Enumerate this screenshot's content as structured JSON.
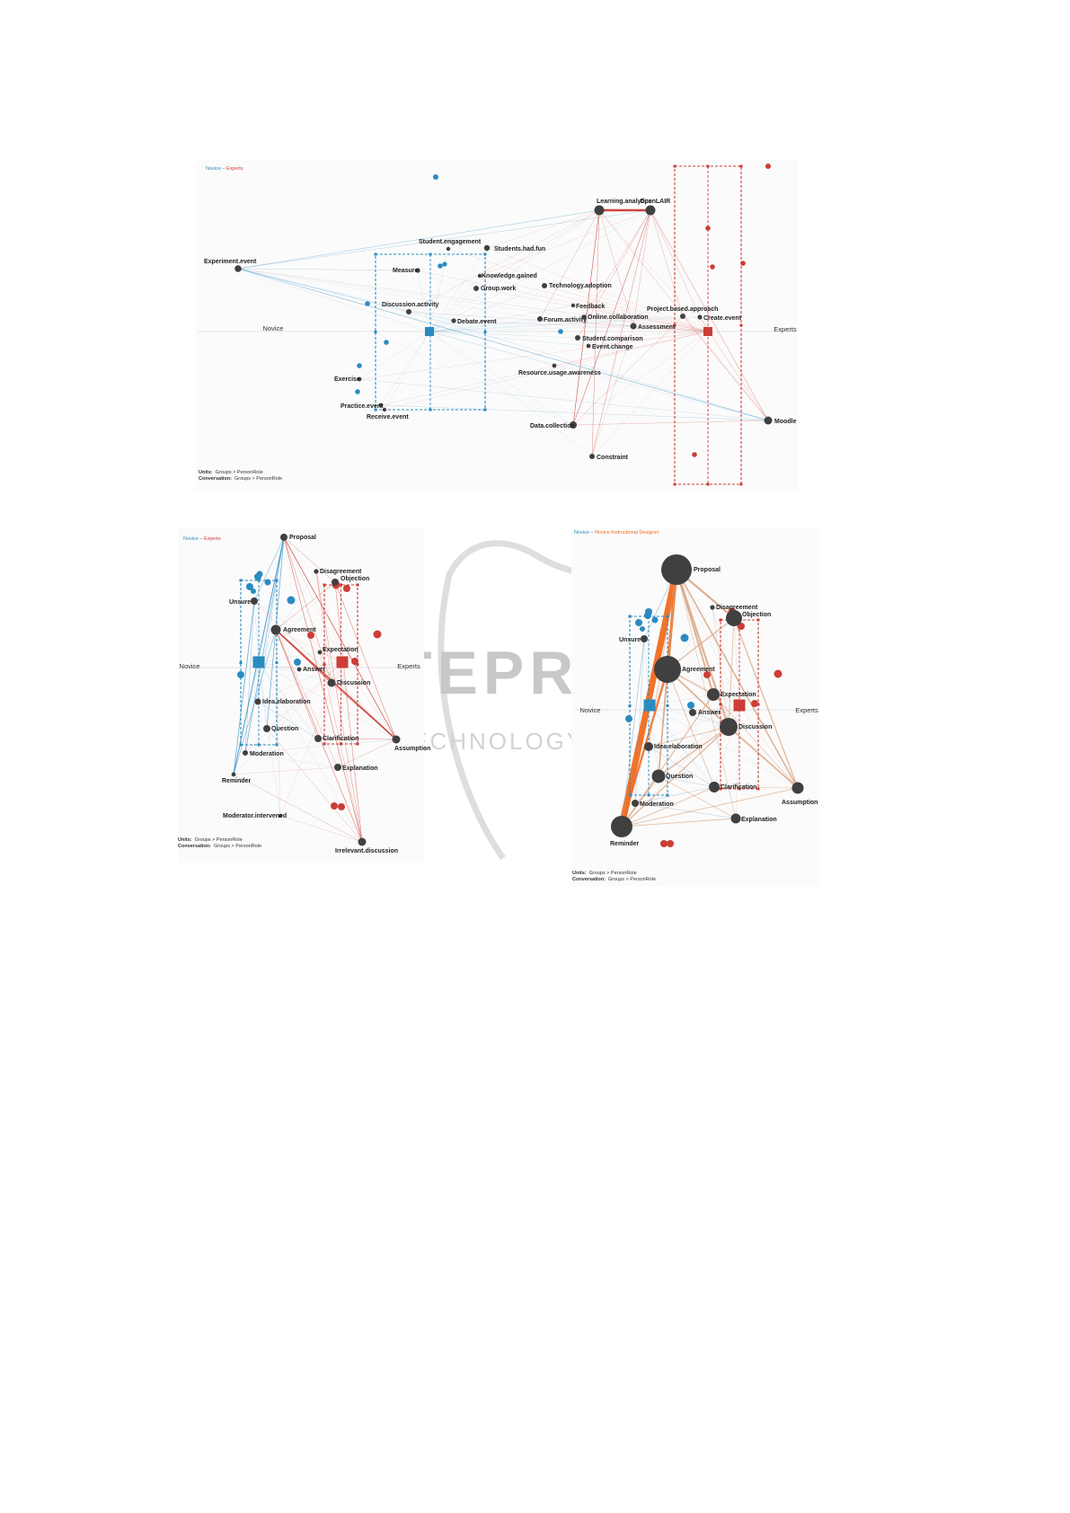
{
  "colors": {
    "novice": "#2a8bc0",
    "experts": "#cc3d36",
    "instructional_designer": "#f26b1d",
    "node": "#404040"
  },
  "watermark": {
    "line1": "SCITEPRESS",
    "line2": "SCIENCE AND TECHNOLOGY PUBLICATIONS"
  },
  "networks": [
    {
      "id": "net1",
      "legend": {
        "left": "Novice",
        "sep": " – ",
        "right": "Experts"
      },
      "axis": {
        "left": "Novice",
        "right": "Experts"
      },
      "footer": {
        "units_label": "Units:",
        "units_value": "Groups > PersonRole",
        "conv_label": "Conversation:",
        "conv_value": "Groups > PersonRole"
      },
      "nodes": [
        {
          "label": "Learning.analytics"
        },
        {
          "label": "OpenLAIR"
        },
        {
          "label": "Student.engagement"
        },
        {
          "label": "Students.had.fun"
        },
        {
          "label": "Experiment.event"
        },
        {
          "label": "Measure"
        },
        {
          "label": "Knowledge.gained"
        },
        {
          "label": "Group.work"
        },
        {
          "label": "Technology.adoption"
        },
        {
          "label": "Discussion.activity"
        },
        {
          "label": "Feedback"
        },
        {
          "label": "Project.based.approach"
        },
        {
          "label": "Debate.event"
        },
        {
          "label": "Forum.activity"
        },
        {
          "label": "Online.collaboration"
        },
        {
          "label": "Create.event"
        },
        {
          "label": "Assessment"
        },
        {
          "label": "Student.comparison"
        },
        {
          "label": "Event.change"
        },
        {
          "label": "Resource.usage.awareness"
        },
        {
          "label": "Exercise"
        },
        {
          "label": "Practice.event"
        },
        {
          "label": "Receive.event"
        },
        {
          "label": "Data.collection"
        },
        {
          "label": "Moodle"
        },
        {
          "label": "Constraint"
        }
      ]
    },
    {
      "id": "net2",
      "legend": {
        "left": "Novice",
        "sep": " – ",
        "right": "Experts"
      },
      "axis": {
        "left": "Novice",
        "right": "Experts"
      },
      "footer": {
        "units_label": "Units:",
        "units_value": "Groups > PersonRole",
        "conv_label": "Conversation:",
        "conv_value": "Groups > PersonRole"
      },
      "nodes": [
        {
          "label": "Proposal"
        },
        {
          "label": "Disagreement"
        },
        {
          "label": "Objection"
        },
        {
          "label": "Unsure"
        },
        {
          "label": "Agreement"
        },
        {
          "label": "Expectation"
        },
        {
          "label": "Answer"
        },
        {
          "label": "Discussion"
        },
        {
          "label": "Idea.elaboration"
        },
        {
          "label": "Question"
        },
        {
          "label": "Clarification"
        },
        {
          "label": "Assumption"
        },
        {
          "label": "Moderation"
        },
        {
          "label": "Explanation"
        },
        {
          "label": "Reminder"
        },
        {
          "label": "Moderator.intervened"
        },
        {
          "label": "Irrelevant.discussion"
        }
      ]
    },
    {
      "id": "net3",
      "legend": {
        "left": "Novice",
        "sep": " – ",
        "right": "Novice.Instructional Designer"
      },
      "axis": {
        "left": "Novice",
        "right": "Experts"
      },
      "footer": {
        "units_label": "Units:",
        "units_value": "Groups > PersonRole",
        "conv_label": "Conversation:",
        "conv_value": "Groups > PersonRole"
      },
      "nodes": [
        {
          "label": "Proposal"
        },
        {
          "label": "Disagreement"
        },
        {
          "label": "Objection"
        },
        {
          "label": "Unsure"
        },
        {
          "label": "Agreement"
        },
        {
          "label": "Expectation"
        },
        {
          "label": "Answer"
        },
        {
          "label": "Discussion"
        },
        {
          "label": "Idea.elaboration"
        },
        {
          "label": "Question"
        },
        {
          "label": "Clarification"
        },
        {
          "label": "Assumption"
        },
        {
          "label": "Moderation"
        },
        {
          "label": "Explanation"
        },
        {
          "label": "Reminder"
        }
      ]
    }
  ]
}
